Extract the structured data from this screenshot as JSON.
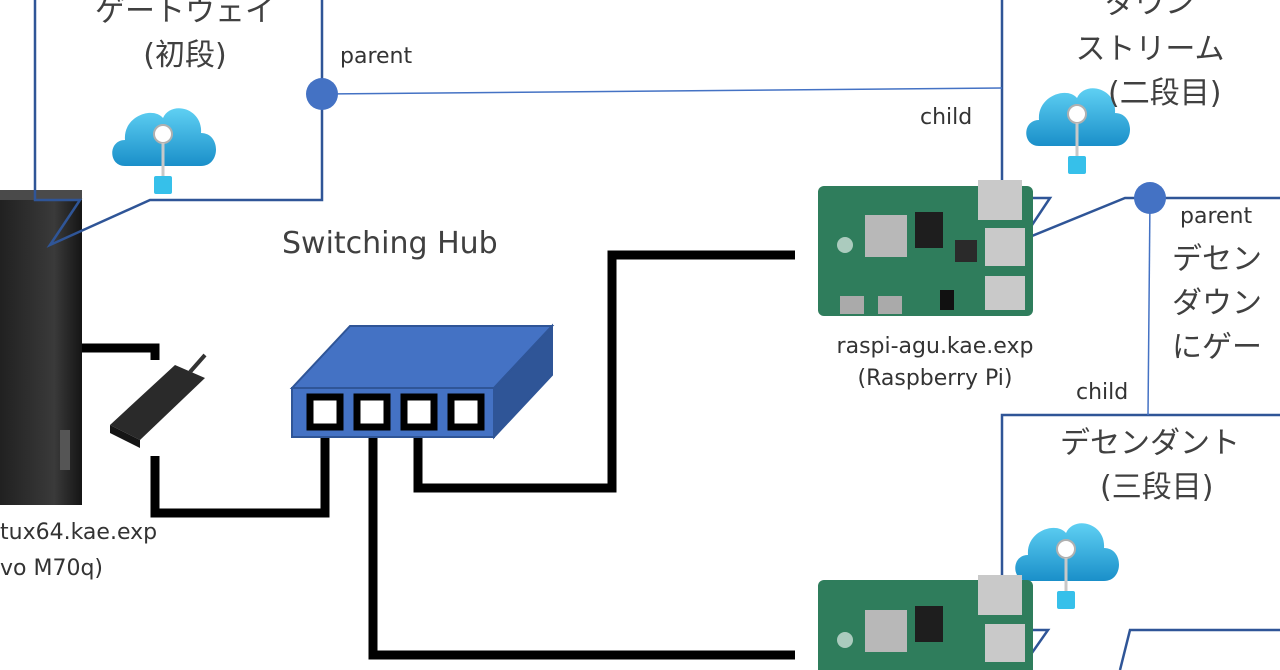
{
  "diagram": {
    "hub_title": "Switching Hub",
    "gateway": {
      "line1": "ゲートウェイ",
      "line2": "(初段)",
      "link_label": "parent"
    },
    "downstream": {
      "line1": "ダウン",
      "line2": "ストリーム",
      "line3": "(二段目)",
      "child_label": "child",
      "parent_label": "parent"
    },
    "descendant": {
      "line1": "デセンダント",
      "line2": "(三段目)",
      "child_label": "child"
    },
    "cut_text": {
      "line1": "デセン",
      "line2": "ダウン",
      "line3": "にゲー"
    },
    "left_host": {
      "line1": "tux64.kae.exp",
      "line2": "vo M70q)"
    },
    "raspi_host": {
      "line1": "raspi-agu.kae.exp",
      "line2": "(Raspberry Pi)"
    },
    "colors": {
      "callout_border": "#2f5597",
      "node_dot": "#4472c4",
      "hub_body": "#4472c4",
      "hub_dark": "#2f5597",
      "cable": "#000000",
      "cloud": "#3fb6e0",
      "board": "#2f7d5c"
    }
  }
}
